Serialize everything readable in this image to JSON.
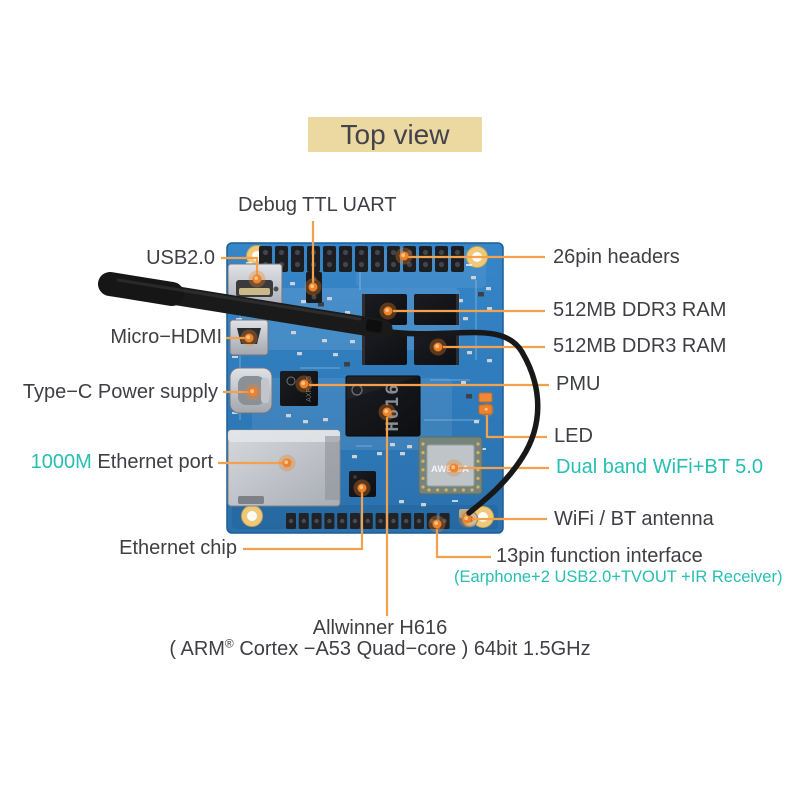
{
  "title": "Top view",
  "colors": {
    "accent_orange": "#f4a14e",
    "dot_orange": "#ef8226",
    "teal": "#26bfb1",
    "label_text": "#3e3f44",
    "title_bg": "#ecd9a1",
    "pcb_blue": "#2d7abd"
  },
  "callouts": {
    "debug_ttl_uart": "Debug TTL UART",
    "usb2": "USB2.0",
    "micro_hdmi": "Micro−HDMI",
    "type_c_power": "Type−C Power supply",
    "ethernet_port_speed": "1000M",
    "ethernet_port": "Ethernet port",
    "ethernet_chip": "Ethernet chip",
    "headers_26pin": "26pin headers",
    "ram_1": "512MB DDR3 RAM",
    "ram_2": "512MB DDR3 RAM",
    "pmu": "PMU",
    "led": "LED",
    "dual_band_wifi": "Dual band WiFi+BT 5.0",
    "wifi_bt_antenna": "WiFi / BT antenna",
    "func_13pin": "13pin function interface",
    "func_13pin_detail": "(Earphone+2 USB2.0+TVOUT +IR Receiver)"
  },
  "soc": {
    "line1": "Allwinner H616",
    "line2_prefix": "( ARM",
    "line2_reg": "®",
    "line2_suffix": "Cortex −A53 Quad−core ) 64bit 1.5GHz"
  },
  "board": {
    "chip_h616": "H616",
    "chip_pmu": "AXP305",
    "chip_wifi": "AW859A"
  }
}
